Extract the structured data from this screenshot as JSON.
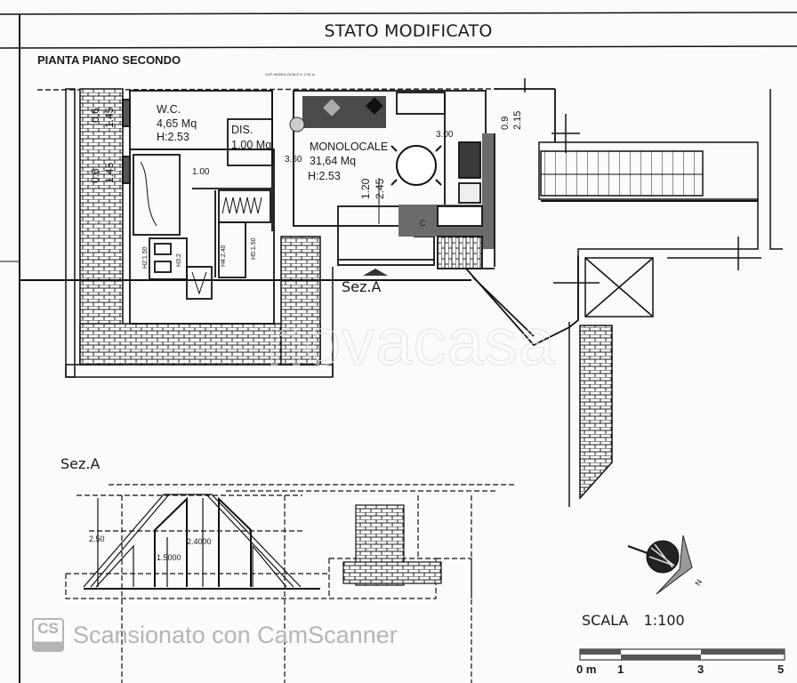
{
  "header": {
    "title": "STATO MODIFICATO",
    "subtitle": "PIANTA PIANO SECONDO",
    "small_note": "SUP. MONOLOCALE h: 2.50 m"
  },
  "rooms": {
    "wc": {
      "name": "W.C.",
      "area": "4,65 Mq",
      "height": "H:2.53"
    },
    "dis": {
      "name": "DIS.",
      "area": "1,00 Mq"
    },
    "monolocale": {
      "name": "MONOLOCALE",
      "area": "31,64 Mq",
      "height": "H:2.53"
    }
  },
  "dimensions": {
    "left_window_top_a": "0.6",
    "left_window_top_b": "1.45",
    "left_window_bottom_a": "0.6",
    "left_window_bottom_b": "1.45",
    "corridor_width": "1.00",
    "living_height": "3.60",
    "kitchen_width": "3.00",
    "stair_a": "1.20",
    "stair_b": "2.45",
    "right_a": "0.9",
    "right_b": "2.15",
    "h2": "H2:1.50",
    "h3": "H3:2",
    "h4": "H4:2.40",
    "h5": "H5:1.50",
    "closet_c": "C"
  },
  "section": {
    "plan_marker": "Sez.A",
    "title": "Sez.A",
    "dim_total": "2.50",
    "dim_inner_high": "2.4000",
    "dim_inner_low": "1.5000"
  },
  "compass": {
    "label": "N"
  },
  "scale": {
    "label": "SCALA",
    "ratio": "1:100",
    "ticks": [
      "0 m",
      "1",
      "3",
      "5"
    ]
  },
  "watermarks": {
    "camscanner_logo": "CS",
    "camscanner_text": "Scansionato con CamScanner",
    "agency": "novacasa"
  }
}
